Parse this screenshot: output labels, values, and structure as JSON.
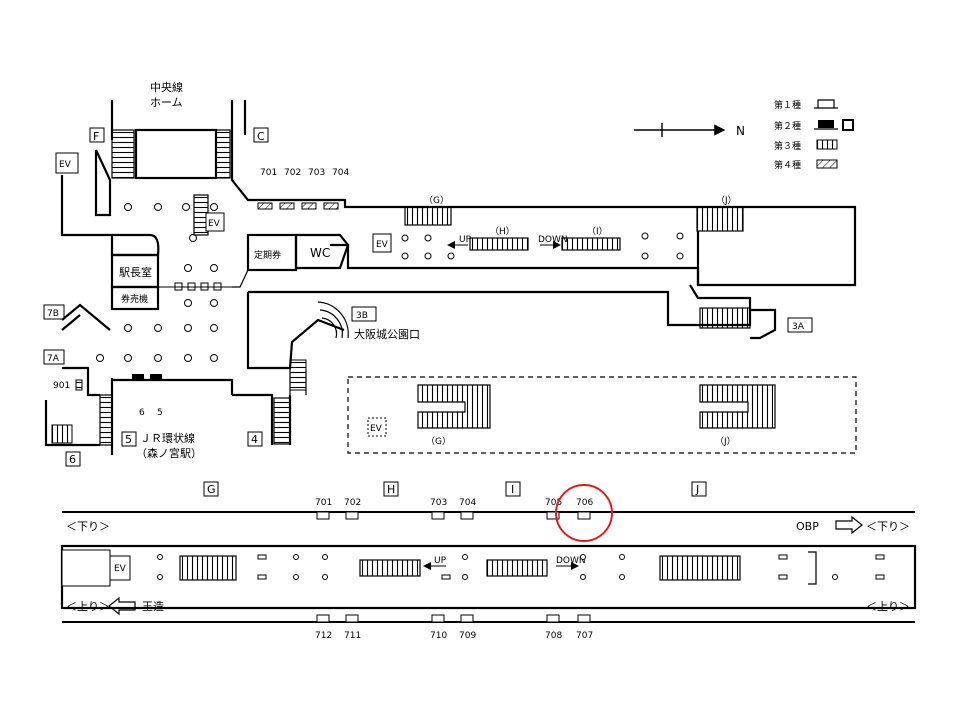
{
  "legend": {
    "north": "N",
    "items": [
      "第１種",
      "第２種",
      "第３種",
      "第４種"
    ]
  },
  "concourse": {
    "chuo_line_home": [
      "中央線",
      "ホーム"
    ],
    "exits": [
      "F",
      "C",
      "7B",
      "7A",
      "6",
      "5",
      "4",
      "3B",
      "3A"
    ],
    "ev": "EV",
    "station_office": "駅長室",
    "ticket_machine": "券売機",
    "commuter_pass": "定期券",
    "wc": "WC",
    "osaka_castle_exit": "大阪城公園口",
    "jr_loop_line": "ＪＲ環状線",
    "morinomiya_station": "（森ノ宮駅）",
    "exit_901": "901",
    "exit_5_num": "5",
    "exit_6_num": "6",
    "upper_ads": [
      "701",
      "702",
      "703",
      "704"
    ],
    "stairs": [
      "（G）",
      "（H）",
      "（I）",
      "（J）"
    ],
    "up": "UP",
    "down": "DOWN"
  },
  "lower_level": {
    "stairs": [
      "（G）",
      "（J）"
    ],
    "ev": "EV"
  },
  "platform": {
    "sections": [
      "G",
      "H",
      "I",
      "J"
    ],
    "top_positions": [
      "701",
      "702",
      "703",
      "704",
      "705",
      "706"
    ],
    "bottom_positions": [
      "712",
      "711",
      "710",
      "709",
      "708",
      "707"
    ],
    "highlighted": "706",
    "highlight_color": "#e31b1b",
    "down_left": "＜下り＞",
    "down_right": "＜下り＞",
    "obp": "OBP",
    "up_left": "＜上り＞",
    "tamatsukuri": "玉造",
    "up_right": "＜上り＞",
    "ev": "EV",
    "up": "UP",
    "down": "DOWN"
  }
}
